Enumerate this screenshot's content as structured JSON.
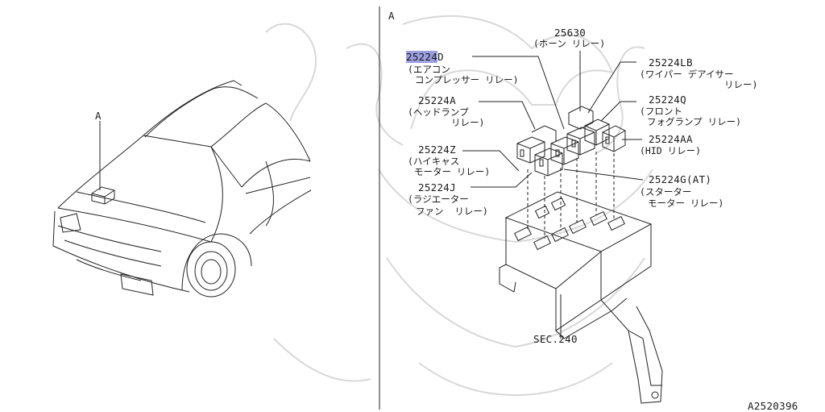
{
  "view_label_left": "A",
  "view_label_right": "A",
  "drawing_code": "A2520396",
  "callouts": [
    {
      "part": "25630",
      "name": [
        "(ホーン リレー)"
      ]
    },
    {
      "part_hl": "25224",
      "part_rest": "D",
      "name": [
        "(エアコン",
        "コンプレッサー リレー)"
      ]
    },
    {
      "part": "25224LB",
      "name": [
        "(ワイパー デアイサー",
        "リレー)"
      ]
    },
    {
      "part": "25224A",
      "name": [
        "(ヘッドランプ",
        "リレー)"
      ]
    },
    {
      "part": "25224Q",
      "name": [
        "(フロント",
        "フォグランプ リレー)"
      ]
    },
    {
      "part": "25224AA",
      "name": [
        "(HID リレー)"
      ]
    },
    {
      "part": "25224Z",
      "name": [
        "(ハイキャス",
        "モーター リレー)"
      ]
    },
    {
      "part": "25224G(AT)",
      "name": [
        "(スターター",
        "モーター リレー)"
      ]
    },
    {
      "part": "25224J",
      "name": [
        "(ラジエーター",
        "ファン  リレー)"
      ]
    },
    {
      "part": "SEC.240",
      "name": []
    }
  ]
}
